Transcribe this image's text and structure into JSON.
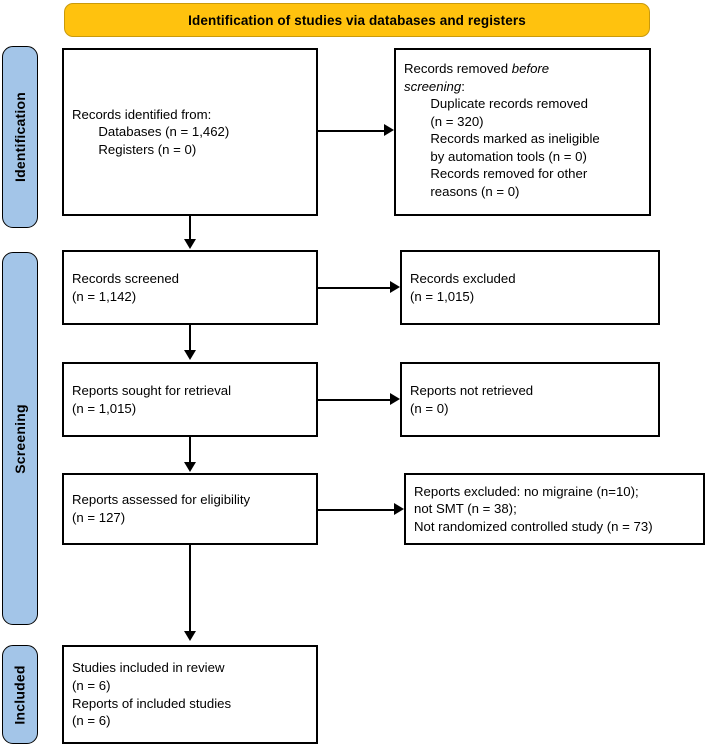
{
  "diagram": {
    "type": "PRISMA flow diagram",
    "header": {
      "label": "Identification of studies via databases and registers",
      "fill_color": "#FFC20E",
      "border_color": "#C99A0C"
    },
    "stage_label_fill_color": "#A3C5E8",
    "stage_label_border_color": "#000000",
    "box_border_color": "#000000",
    "box_fill_color": "#FFFFFF",
    "connector_color": "#000000"
  },
  "stages": [
    {
      "id": "identification",
      "label": "Identification"
    },
    {
      "id": "screening",
      "label": "Screening"
    },
    {
      "id": "included",
      "label": "Included"
    }
  ],
  "boxes": {
    "records_identified": {
      "line1": "Records identified from:",
      "line2": "Databases (n = 1,462)",
      "line3": "Registers (n = 0)"
    },
    "records_removed": {
      "line1_a": "Records removed ",
      "line1_b": "before",
      "line2_a": "screening",
      "line2_b": ":",
      "line3": "Duplicate records removed",
      "line4": "(n = 320)",
      "line5": "Records marked as ineligible",
      "line6": "by automation tools (n = 0)",
      "line7": "Records removed for other",
      "line8": "reasons (n = 0)"
    },
    "records_screened": {
      "line1": "Records screened",
      "line2": "(n = 1,142)"
    },
    "records_excluded": {
      "line1": "Records excluded",
      "line2": "(n = 1,015)"
    },
    "reports_sought": {
      "line1": "Reports sought for retrieval",
      "line2": "(n = 1,015)"
    },
    "reports_not_retrieved": {
      "line1": "Reports not retrieved",
      "line2": "(n = 0)"
    },
    "reports_assessed": {
      "line1": "Reports assessed for eligibility",
      "line2": "(n = 127)"
    },
    "reports_excluded": {
      "line1": "Reports excluded: no migraine (n=10);",
      "line2": "not SMT (n = 38);",
      "line3": "Not randomized controlled study (n = 73)"
    },
    "studies_included": {
      "line1": "Studies included in review",
      "line2": "(n = 6)",
      "line3": "Reports of included studies",
      "line4": "(n = 6)"
    }
  },
  "chart_data": {
    "type": "diagram",
    "title": "Identification of studies via databases and registers",
    "nodes": [
      {
        "id": "records_identified",
        "stage": "Identification",
        "label": "Records identified from: Databases (n = 1,462); Registers (n = 0)",
        "counts": {
          "databases": 1462,
          "registers": 0
        }
      },
      {
        "id": "records_removed",
        "stage": "Identification",
        "label": "Records removed before screening",
        "counts": {
          "duplicate_records_removed": 320,
          "marked_ineligible_by_automation_tools": 0,
          "removed_for_other_reasons": 0
        }
      },
      {
        "id": "records_screened",
        "stage": "Screening",
        "label": "Records screened",
        "counts": {
          "n": 1142
        }
      },
      {
        "id": "records_excluded",
        "stage": "Screening",
        "label": "Records excluded",
        "counts": {
          "n": 1015
        }
      },
      {
        "id": "reports_sought",
        "stage": "Screening",
        "label": "Reports sought for retrieval",
        "counts": {
          "n": 1015
        }
      },
      {
        "id": "reports_not_retrieved",
        "stage": "Screening",
        "label": "Reports not retrieved",
        "counts": {
          "n": 0
        }
      },
      {
        "id": "reports_assessed",
        "stage": "Screening",
        "label": "Reports assessed for eligibility",
        "counts": {
          "n": 127
        }
      },
      {
        "id": "reports_excluded",
        "stage": "Screening",
        "label": "Reports excluded",
        "counts": {
          "no_migraine": 10,
          "not_SMT": 38,
          "not_randomized_controlled_study": 73
        }
      },
      {
        "id": "studies_included",
        "stage": "Included",
        "label": "Studies included in review / Reports of included studies",
        "counts": {
          "studies": 6,
          "reports": 6
        }
      }
    ],
    "edges": [
      {
        "from": "records_identified",
        "to": "records_removed",
        "direction": "right"
      },
      {
        "from": "records_identified",
        "to": "records_screened",
        "direction": "down"
      },
      {
        "from": "records_screened",
        "to": "records_excluded",
        "direction": "right"
      },
      {
        "from": "records_screened",
        "to": "reports_sought",
        "direction": "down"
      },
      {
        "from": "reports_sought",
        "to": "reports_not_retrieved",
        "direction": "right"
      },
      {
        "from": "reports_sought",
        "to": "reports_assessed",
        "direction": "down"
      },
      {
        "from": "reports_assessed",
        "to": "reports_excluded",
        "direction": "right"
      },
      {
        "from": "reports_assessed",
        "to": "studies_included",
        "direction": "down"
      }
    ]
  }
}
